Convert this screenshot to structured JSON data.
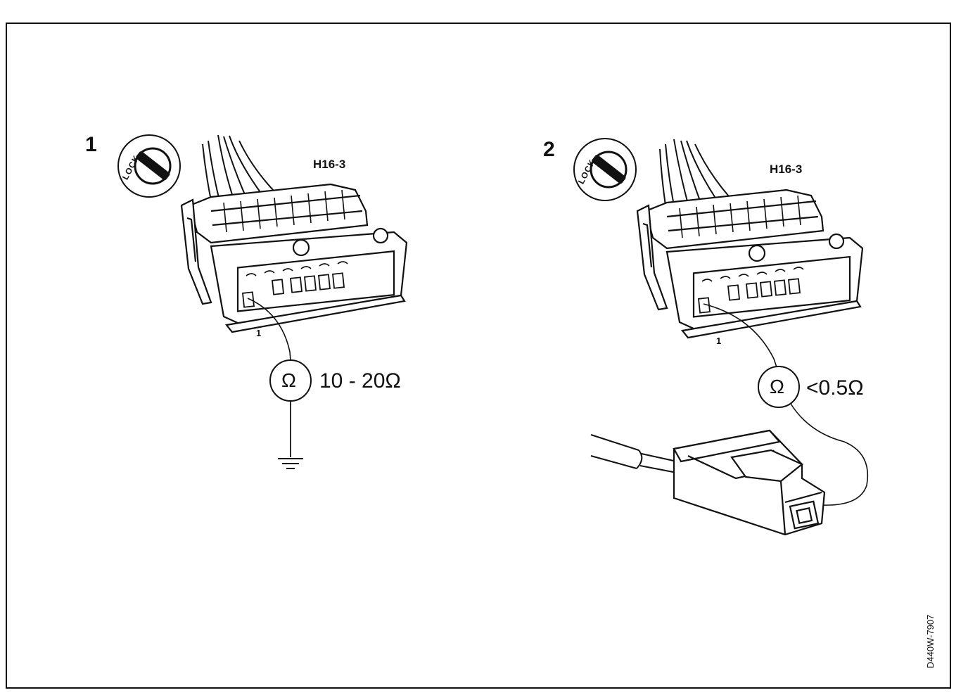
{
  "figure_code": "D440W-7907",
  "diagrams": [
    {
      "number": "1",
      "lock_label": "LOCK",
      "connector_label": "H16-3",
      "pin_label": "1",
      "meter_symbol": "Ω",
      "reading": "10 - 20Ω",
      "probe_target": "ground-icon"
    },
    {
      "number": "2",
      "lock_label": "LOCK",
      "connector_label": "H16-3",
      "pin_label": "1",
      "meter_symbol": "Ω",
      "reading": "<0.5Ω",
      "probe_target": "plug-connector-icon"
    }
  ]
}
